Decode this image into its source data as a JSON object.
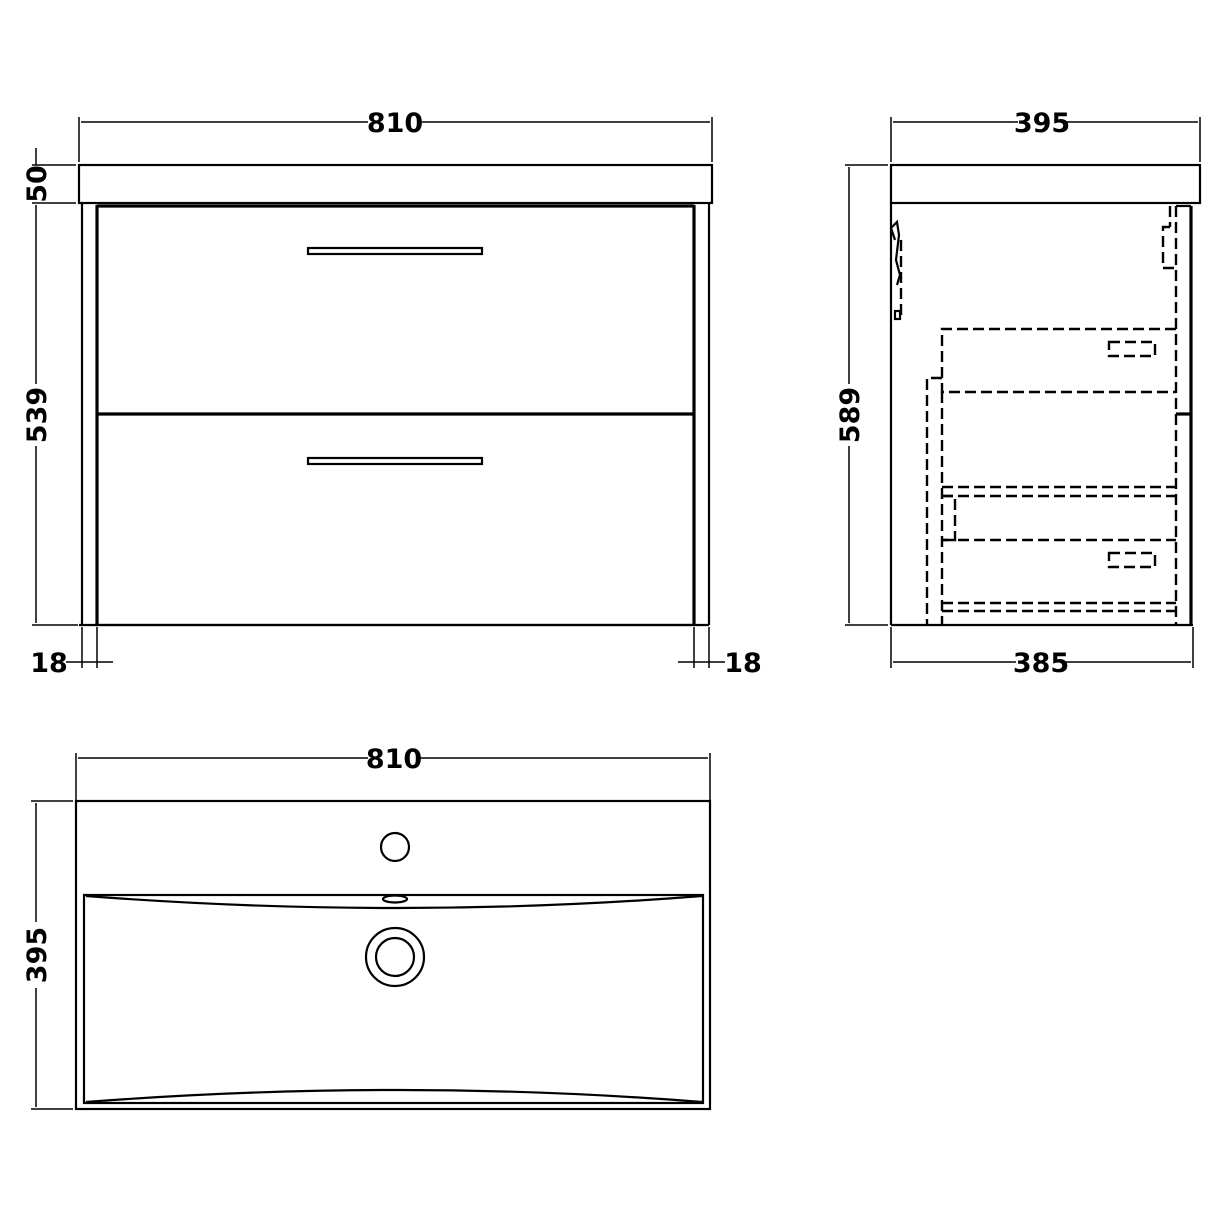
{
  "drawing": {
    "title": "Wall-hung 2-drawer vanity unit with basin - technical dimensions",
    "units": "mm",
    "colors": {
      "line": "#000000",
      "background": "#ffffff"
    }
  },
  "front_view": {
    "overall_width": "810",
    "basin_height": "50",
    "cabinet_height": "539",
    "left_side_panel": "18",
    "right_side_panel": "18",
    "drawers": [
      {
        "name": "top-drawer",
        "handle": "bar-handle"
      },
      {
        "name": "bottom-drawer",
        "handle": "bar-handle"
      }
    ]
  },
  "side_view": {
    "basin_depth": "395",
    "overall_height": "589",
    "cabinet_depth": "385"
  },
  "plan_view": {
    "overall_width": "810",
    "overall_depth": "395",
    "features": [
      "tap-hole",
      "overflow-slot",
      "waste-outlet"
    ]
  }
}
